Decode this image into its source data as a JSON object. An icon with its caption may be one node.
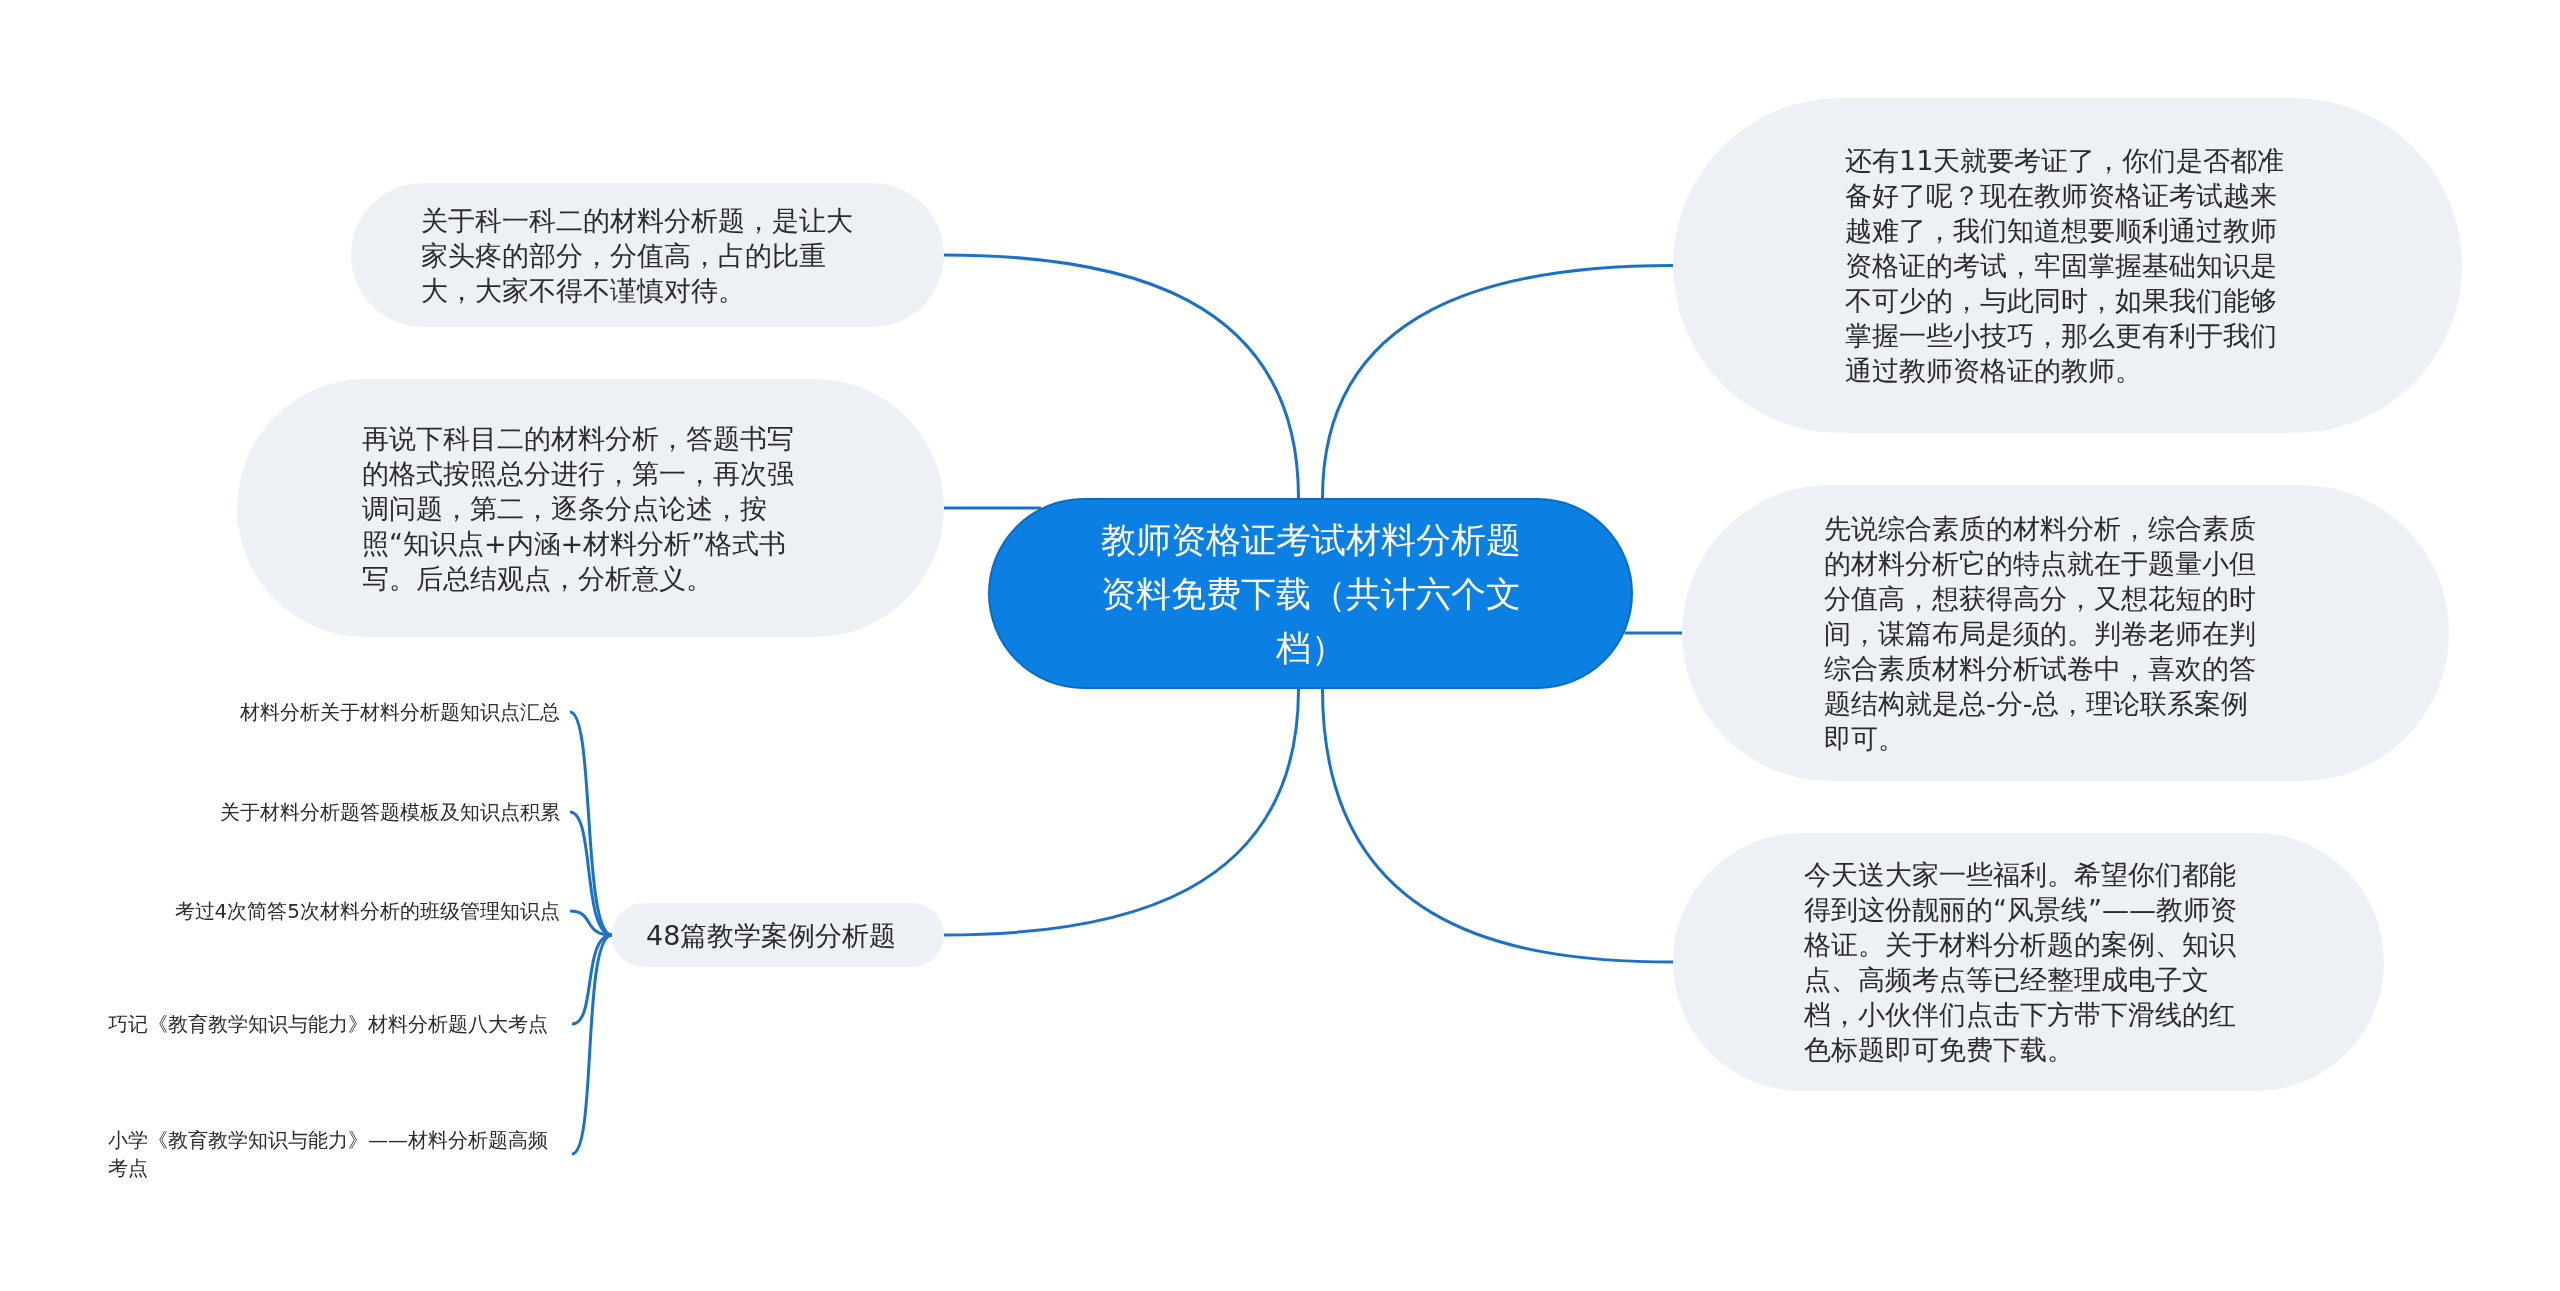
{
  "diagram": {
    "nodes": [
      {
        "text": [
          "教师资格证考试材料分析题资料免费下载（共计六个文档）"
        ]
      },
      {
        "text": [
          "还有11天就要考证了，你们是否都准备好了呢？现在教师资格证考试越来越难了，我们知道想要顺利通过教师资格证的考试，牢固掌握基础知识是不可少的，与此同时，如果我们能够掌握一些小技巧，那么更有利于我们通过教师资格证的教师。"
        ]
      },
      {
        "text": [
          "先说综合素质的材料分析，综合素质的材料分析它的特点就在于题量小但分值高，想获得高分，又想花短的时间，谋篇布局是须的。判卷老师在判综合素质材料分析试卷中，喜欢的答题结构就是总-分-总，理论联系案例即可。"
        ]
      },
      {
        "text": [
          "今天送大家一些福利。希望你们都能得到这份靓丽的“风景线”——教师资格证。关于材料分析题的案例、知识点、高频考点等已经整理成电子文档，小伙伴们点击下方带下滑线的红色标题即可免费下载。"
        ]
      },
      {
        "text": [
          "关于科一科二的材料分析题，是让大家头疼的部分，分值高，占的比重大，大家不得不谨慎对待。"
        ]
      },
      {
        "text": [
          "再说下科目二的材料分析，答题书写的格式按照总分进行，第一，再次强调问题，第二，逐条分点论述，按照“知识点+内涵+材料分析”格式书写。后总结观点，分析意义。"
        ]
      },
      {
        "text": [
          "48篇教学案例分析题"
        ]
      },
      {
        "text": [
          "材料分析关于材料分析题知识点汇总"
        ]
      },
      {
        "text": [
          "关于材料分析题答题模板及知识点积累"
        ]
      },
      {
        "text": [
          "考过4次简答5次材料分析的班级管理知识点"
        ]
      },
      {
        "text": [
          "巧记《教育教学知识与能力》材料分析题八大考点"
        ]
      },
      {
        "text": [
          "小学《教育教学知识与能力》——材料分析题高频考点"
        ]
      }
    ],
    "edges": [
      {
        "from": 0,
        "to": 1,
        "arrow": "none"
      },
      {
        "from": 0,
        "to": 2,
        "arrow": "none"
      },
      {
        "from": 0,
        "to": 3,
        "arrow": "none"
      },
      {
        "from": 0,
        "to": 4,
        "arrow": "none"
      },
      {
        "from": 0,
        "to": 5,
        "arrow": "none"
      },
      {
        "from": 0,
        "to": 6,
        "arrow": "none"
      },
      {
        "from": 6,
        "to": 7,
        "arrow": "none"
      },
      {
        "from": 6,
        "to": 8,
        "arrow": "none"
      },
      {
        "from": 6,
        "to": 9,
        "arrow": "none"
      },
      {
        "from": 6,
        "to": 10,
        "arrow": "none"
      },
      {
        "from": 6,
        "to": 11,
        "arrow": "none"
      }
    ]
  }
}
